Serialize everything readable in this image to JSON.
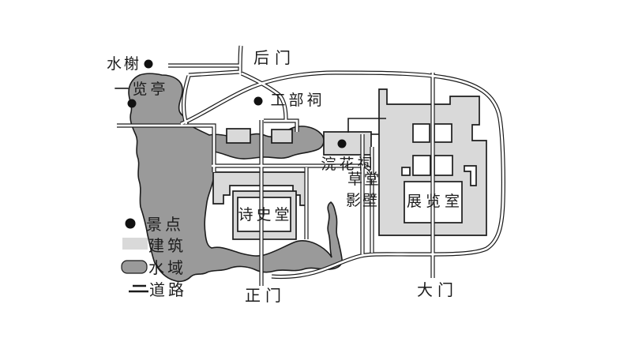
{
  "map": {
    "colors": {
      "building": "#d9d9d9",
      "water": "#9a9a9a",
      "outline": "#1c1c1c",
      "background": "#ffffff"
    },
    "labels": {
      "water_pavilion": "水榭",
      "yilan_pavilion": "一览亭",
      "back_gate": "后门",
      "gongbu_shrine": "工部祠",
      "huanhua_shrine": "浣花祠",
      "screen_wall_line1": "草堂",
      "screen_wall_line2": "影壁",
      "poetry_hall": "诗史堂",
      "exhibition_room": "展览室",
      "main_gate": "正门",
      "grand_gate": "大门"
    },
    "legend": {
      "items": [
        {
          "symbol": "dot-icon",
          "label": "景点"
        },
        {
          "symbol": "building-swatch",
          "label": "建筑"
        },
        {
          "symbol": "water-swatch",
          "label": "水域"
        },
        {
          "symbol": "road-swatch",
          "label": "道路"
        }
      ]
    }
  }
}
